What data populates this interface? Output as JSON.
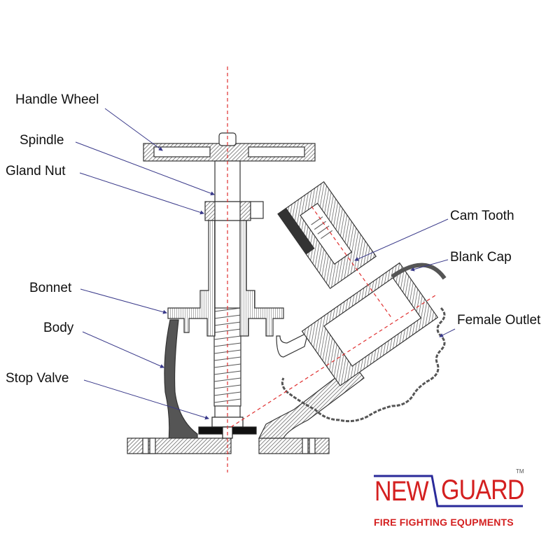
{
  "labels": {
    "handle_wheel": "Handle Wheel",
    "spindle": "Spindle",
    "gland_nut": "Gland Nut",
    "bonnet": "Bonnet",
    "body": "Body",
    "stop_valve": "Stop Valve",
    "cam_tooth": "Cam Tooth",
    "blank_cap": "Blank Cap",
    "female_outlet": "Female Outlet"
  },
  "logo": {
    "word1": "NEW",
    "word2": "GUARD",
    "tagline": "FIRE FIGHTING EQUPMENTS",
    "trademark": "TM"
  },
  "colors": {
    "logo_red": "#d42020",
    "logo_blue": "#2a2a9a",
    "leader": "#3a3a8a",
    "centerline": "#e03030"
  }
}
